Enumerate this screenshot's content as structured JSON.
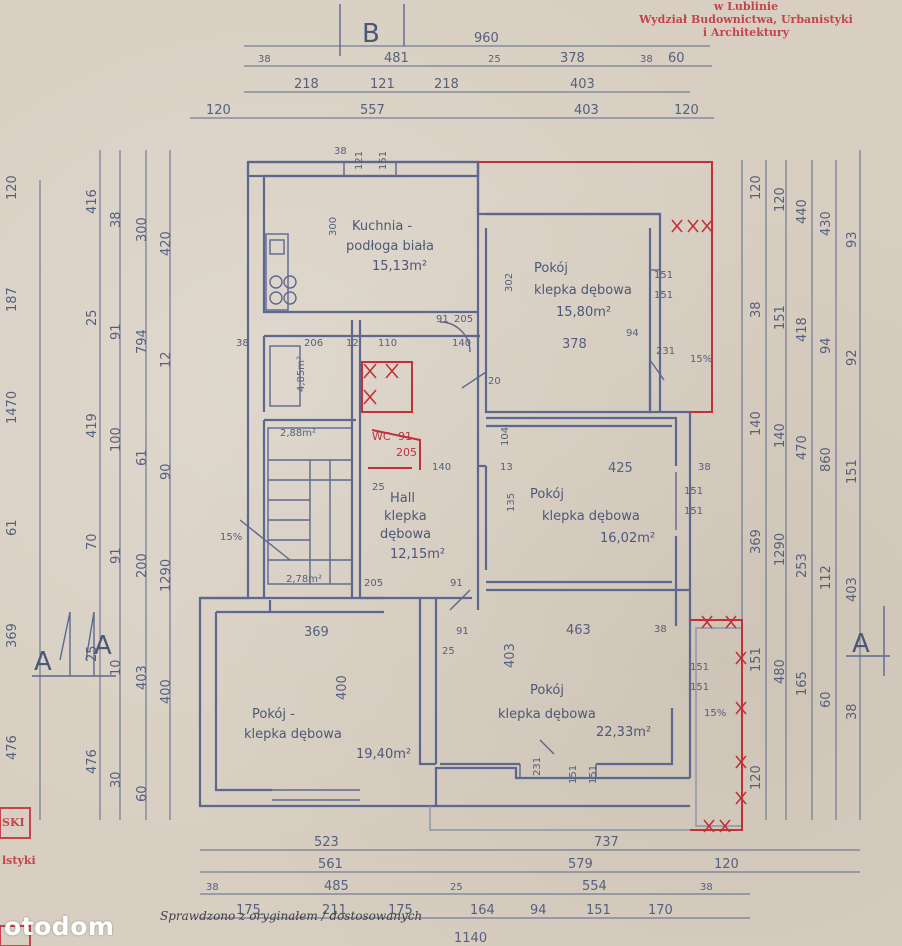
{
  "sheet_mark": "B",
  "section_marks": [
    "A",
    "A",
    "A"
  ],
  "stamp_lines": [
    "w Lublinie",
    "Wydział Budownictwa, Urbanistyki",
    "i Architektury"
  ],
  "stamp_edge_left": "SKI",
  "stamp_edge_left2": "lstyki",
  "signature": "Sprawdzono z oryginałem / dostosowanych",
  "watermark": "otodom",
  "rooms": {
    "kitchen": {
      "name": "Kuchnia -",
      "floor": "podłoga biała",
      "area": "15,13m²"
    },
    "room_ne": {
      "name": "Pokój",
      "floor": "klepka dębowa",
      "area": "15,80m²"
    },
    "room_e": {
      "name": "Pokój",
      "floor": "klepka dębowa",
      "area": "16,02m²"
    },
    "hall": {
      "name": "Hall",
      "floor": "klepka",
      "floor2": "dębowa",
      "area": "12,15m²"
    },
    "room_sw": {
      "name": "Pokój -",
      "floor": "klepka dębowa",
      "area": "19,40m²"
    },
    "room_se": {
      "name": "Pokój",
      "floor": "klepka dębowa",
      "area": "22,33m²"
    },
    "bath": {
      "area": "4,85m²"
    },
    "wc": {
      "label": "WC",
      "num": "91",
      "num2": "205"
    },
    "stairs": {
      "area": "2,78m²"
    },
    "stair_small": {
      "area": "2,88m²"
    }
  },
  "dims_top": {
    "row1": [
      "960"
    ],
    "row2": [
      "38",
      "481",
      "25",
      "378",
      "38",
      "60"
    ],
    "row3": [
      "218",
      "121",
      "218",
      "403"
    ],
    "row4": [
      "120",
      "557",
      "403",
      "120"
    ]
  },
  "dims_bottom": {
    "row1": [
      "523",
      "737"
    ],
    "row2": [
      "561",
      "579",
      "120"
    ],
    "row3": [
      "38",
      "485",
      "25",
      "554",
      "38"
    ],
    "row4": [
      "175",
      "211",
      "175",
      "164",
      "94",
      "151",
      "170"
    ],
    "row5": [
      "1140"
    ]
  },
  "dims_left": [
    "120",
    "416",
    "38",
    "300",
    "420",
    "187",
    "25",
    "91",
    "794",
    "12",
    "1470",
    "419",
    "100",
    "61",
    "90",
    "61",
    "70",
    "91",
    "200",
    "1290",
    "369",
    "25",
    "10",
    "403",
    "400",
    "476",
    "476",
    "30",
    "60"
  ],
  "dims_right": [
    "120",
    "120",
    "440",
    "430",
    "93",
    "38",
    "151",
    "418",
    "94",
    "92",
    "140",
    "140",
    "470",
    "860",
    "151",
    "369",
    "1290",
    "253",
    "112",
    "403",
    "151",
    "480",
    "165",
    "60",
    "38",
    "120"
  ],
  "inner_dims": [
    "300",
    "121",
    "151",
    "38",
    "302",
    "151",
    "151",
    "94",
    "378",
    "231",
    "15%",
    "206",
    "110",
    "91",
    "205",
    "140",
    "4,85",
    "38",
    "104",
    "425",
    "13",
    "135",
    "151",
    "151",
    "140",
    "25",
    "38",
    "12",
    "91",
    "205",
    "2,88",
    "369",
    "463",
    "91",
    "25",
    "400",
    "403",
    "38",
    "151",
    "151",
    "231",
    "151",
    "151",
    "15%",
    "15%",
    "20"
  ]
}
